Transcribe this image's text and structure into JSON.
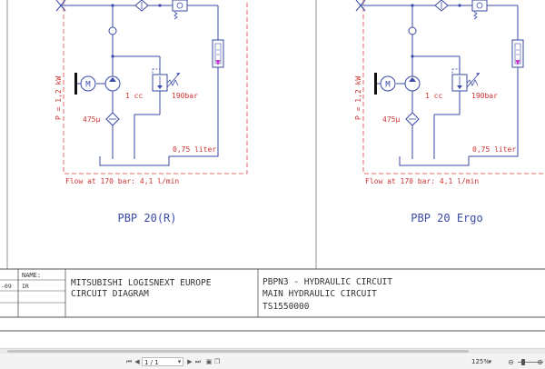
{
  "left_circuit": {
    "title": "PBP 20(R)",
    "power": "P = 1,2 kW",
    "motor": "M",
    "displacement": "1 cc",
    "relief": "190bar",
    "filter": "475µ",
    "tank": "0,75 liter",
    "flow": "Flow at 170 bar: 4,1 l/min"
  },
  "right_circuit": {
    "title": "PBP 20 Ergo",
    "power": "P = 1,2 kW",
    "motor": "M",
    "displacement": "1 cc",
    "relief": "190bar",
    "filter": "475µ",
    "tank": "0,75 liter",
    "flow": "Flow at 170 bar: 4,1 l/min"
  },
  "title_block": {
    "name_header": "NAME:",
    "date": "-09",
    "initials": "IR",
    "company_line1": "MITSUBISHI LOGISNEXT EUROPE",
    "company_line2": "CIRCUIT DIAGRAM",
    "doc_line1": "PBPN3 - HYDRAULIC CIRCUIT",
    "doc_line2": "MAIN HYDRAULIC CIRCUIT",
    "doc_line3": "TS1550000"
  },
  "viewer": {
    "first_page": "⏮",
    "prev_page": "◀",
    "page_value": "1 / 1",
    "page_dropdown": "▾",
    "next_page": "▶",
    "last_page": "⏭",
    "view_a": "▣",
    "view_b": "❐",
    "zoom": "125%",
    "zoom_dropdown": "▾",
    "zoom_out": "⊖",
    "zoom_in": "⊕"
  },
  "colors": {
    "circuit": "#3a4aa6",
    "annotation": "#cc3333",
    "dashed_frame": "#dd4444",
    "tank_indicator": "#cc33cc"
  }
}
